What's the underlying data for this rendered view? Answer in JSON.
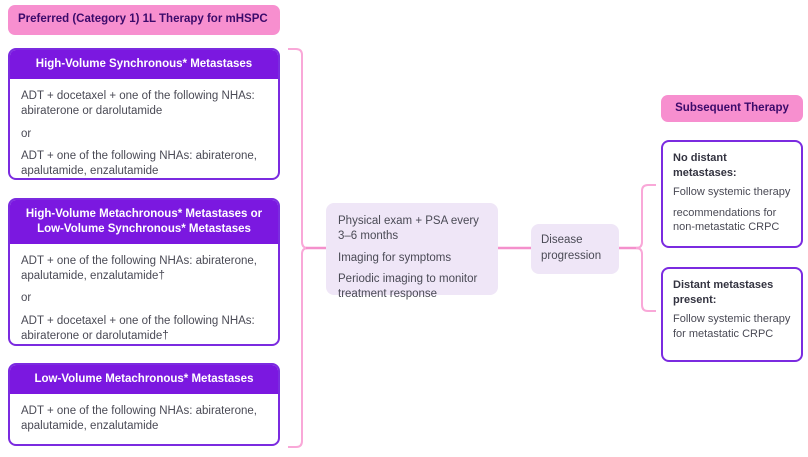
{
  "banners": {
    "preferred": "Preferred (Category 1) 1L Therapy for mHSPC",
    "subsequent": "Subsequent Therapy"
  },
  "left_column": [
    {
      "id": "high-volume-synchronous",
      "header": "High-Volume Synchronous* Metastases",
      "line1": "ADT + docetaxel + one of the following NHAs: abiraterone or darolutamide",
      "or": "or",
      "line2": "ADT + one of the following NHAs: abiraterone, apalutamide, enzalutamide"
    },
    {
      "id": "high-volume-metachronous-or-low-volume-synchronous",
      "header": "High-Volume Metachronous* Metastases or Low-Volume Synchronous* Metastases",
      "line1": "ADT + one of the following NHAs: abiraterone, apalutamide, enzalutamide†",
      "or": "or",
      "line2": "ADT + docetaxel + one of the following NHAs: abiraterone or darolutamide†"
    },
    {
      "id": "low-volume-metachronous",
      "header": "Low-Volume Metachronous* Metastases",
      "line1": "ADT + one of the following NHAs: abiraterone, apalutamide, enzalutamide"
    }
  ],
  "monitoring": {
    "line1": "Physical exam + PSA every 3–6 months",
    "line2": "Imaging for symptoms",
    "line3": "Periodic imaging to monitor treatment response"
  },
  "progression": {
    "label": "Disease progression"
  },
  "outcomes": [
    {
      "id": "no-distant-metastases",
      "lead": "No distant metastases:",
      "text1": "Follow systemic therapy",
      "text2": "recommendations for non-metastatic CRPC"
    },
    {
      "id": "distant-metastases-present",
      "lead": "Distant metastases present:",
      "text1": "Follow systemic therapy for metastatic CRPC"
    }
  ],
  "colors": {
    "banner_pink": "#F78FCF",
    "banner_text": "#3B0A6B",
    "card_header_purple": "#7B18E0",
    "card_border_purple": "#7B2BE0",
    "lavender_box": "#EFE6F7",
    "connector_pink": "#F9A8D8",
    "body_text": "#4A4A55",
    "page_background": "#FFFFFF"
  }
}
